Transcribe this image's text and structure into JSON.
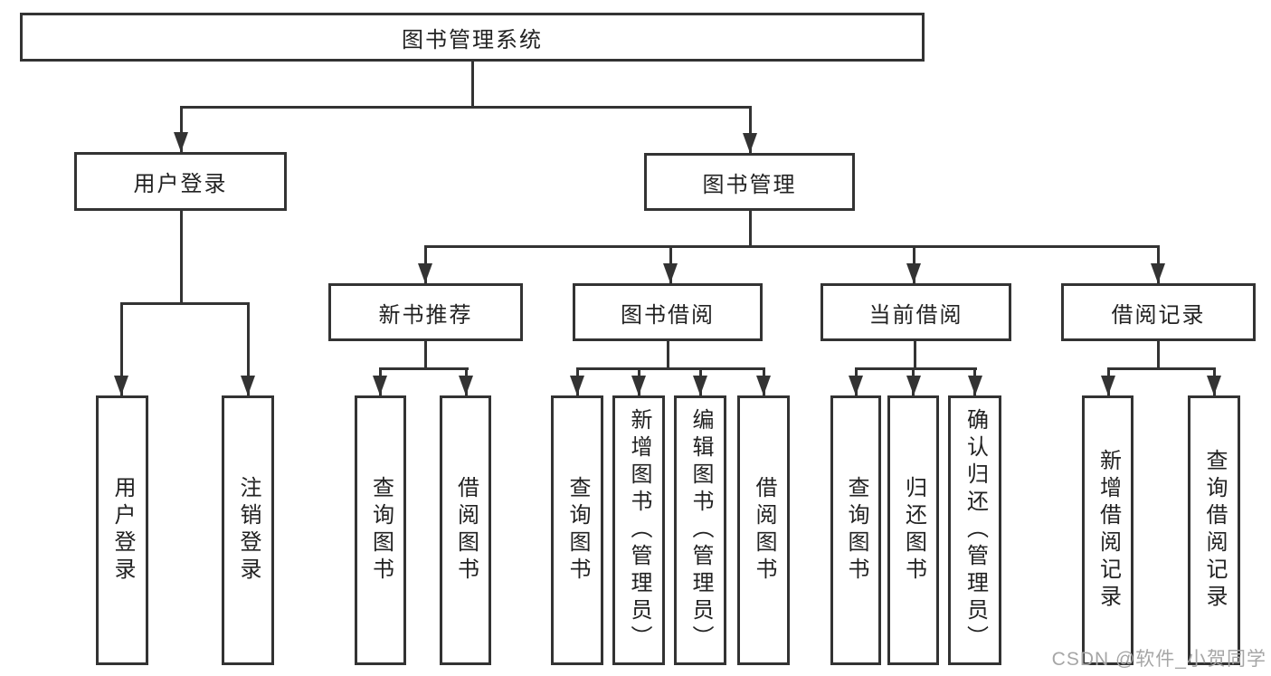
{
  "tree": {
    "label": "图书管理系统",
    "children": [
      {
        "label": "用户登录",
        "children": [
          {
            "label": "用户登录"
          },
          {
            "label": "注销登录"
          }
        ]
      },
      {
        "label": "图书管理",
        "children": [
          {
            "label": "新书推荐",
            "children": [
              {
                "label": "查询图书"
              },
              {
                "label": "借阅图书"
              }
            ]
          },
          {
            "label": "图书借阅",
            "children": [
              {
                "label": "查询图书"
              },
              {
                "label": "新增图书（管理员）"
              },
              {
                "label": "编辑图书（管理员）"
              },
              {
                "label": "借阅图书"
              }
            ]
          },
          {
            "label": "当前借阅",
            "children": [
              {
                "label": "查询图书"
              },
              {
                "label": "归还图书"
              },
              {
                "label": "确认归还（管理员）"
              }
            ]
          },
          {
            "label": "借阅记录",
            "children": [
              {
                "label": "新增借阅记录"
              },
              {
                "label": "查询借阅记录"
              }
            ]
          }
        ]
      }
    ]
  },
  "watermark": "CSDN @软件_小贺同学",
  "colors": {
    "background": "#ffffff",
    "box_fill": "#ffffff",
    "box_border": "#333333",
    "line": "#333333",
    "text": "#222222",
    "watermark": "#a6a6a6"
  }
}
